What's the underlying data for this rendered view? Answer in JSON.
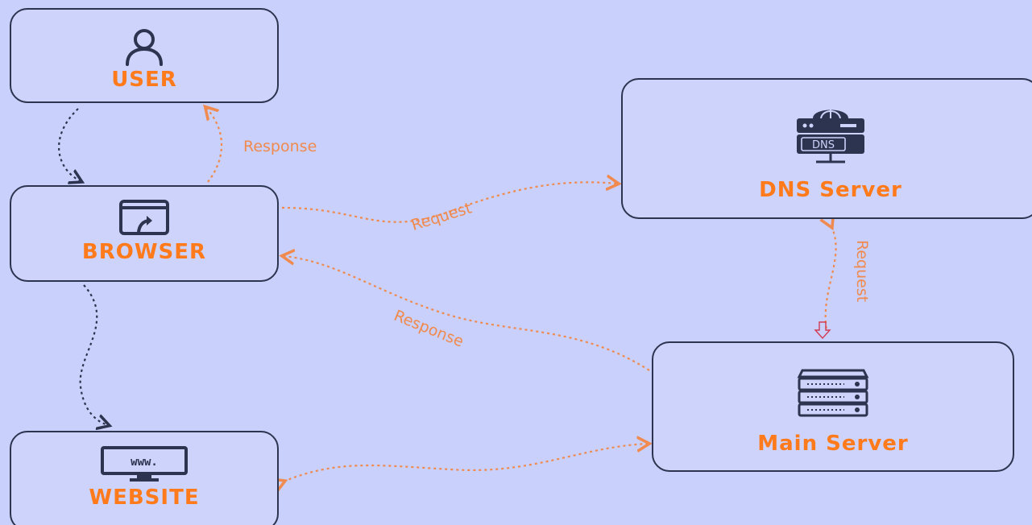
{
  "nodes": {
    "user": {
      "label": "USER",
      "icon": "user-icon"
    },
    "browser": {
      "label": "BROWSER",
      "icon": "browser-window-icon"
    },
    "website": {
      "label": "WEBSITE",
      "icon": "monitor-www-icon",
      "icon_text": "www."
    },
    "dns": {
      "label": "DNS Server",
      "icon": "dns-server-icon",
      "icon_text": "DNS"
    },
    "main": {
      "label": "Main Server",
      "icon": "server-rack-icon"
    }
  },
  "edges": {
    "response_top": "Response",
    "request_mid": "Request",
    "response_mid": "Response",
    "request_right": "Request"
  },
  "colors": {
    "background": "#c9d0fb",
    "label": "#ff7a1a",
    "edge_orange": "#f08a4e",
    "edge_dark": "#2c344f",
    "node_border": "#2c344f"
  }
}
